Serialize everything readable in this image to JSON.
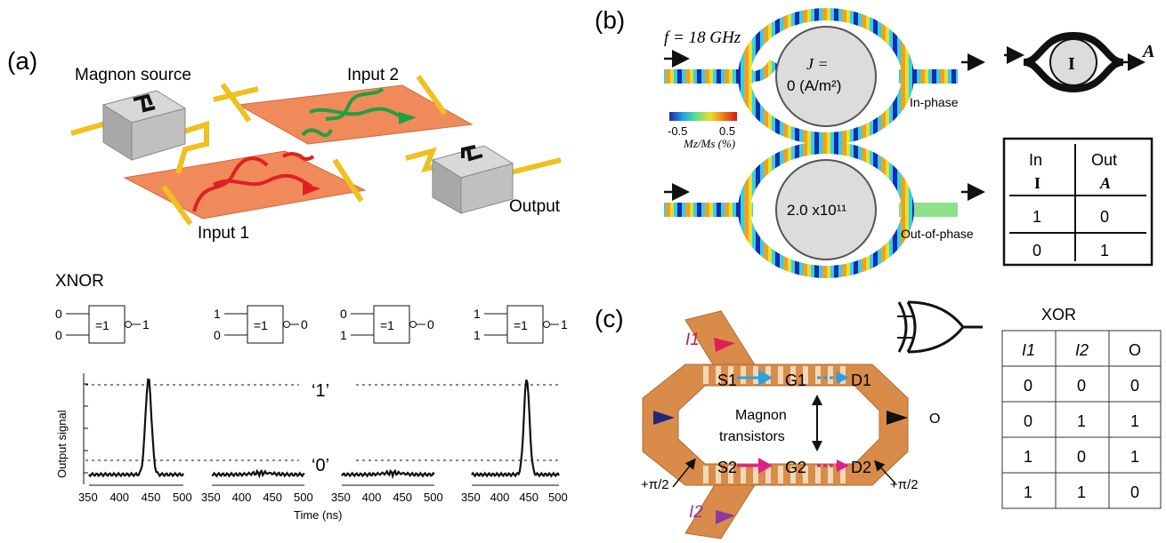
{
  "panel_a": {
    "label": "(a)",
    "magnon_source": "Magnon source",
    "input1": "Input 1",
    "input2": "Input 2",
    "output": "Output",
    "gate_title": "XNOR",
    "gates": [
      {
        "in1": "0",
        "in2": "0",
        "symbol": "=1",
        "out": "1"
      },
      {
        "in1": "1",
        "in2": "0",
        "symbol": "=1",
        "out": "0"
      },
      {
        "in1": "0",
        "in2": "1",
        "symbol": "=1",
        "out": "0"
      },
      {
        "in1": "1",
        "in2": "1",
        "symbol": "=1",
        "out": "1"
      }
    ],
    "ylabel": "Output signal",
    "xlabel": "Time (ns)",
    "level_one": "‘1’",
    "level_zero": "‘0’",
    "ticks": [
      "350",
      "400",
      "450",
      "500"
    ],
    "pulse_peaks": [
      1,
      0,
      0,
      1
    ]
  },
  "panel_b": {
    "label": "(b)",
    "frequency": "f = 18 GHz",
    "j_label": "J =",
    "j_value_top": "0 (A/m²)",
    "j_value_bottom": "2.0 x10¹¹",
    "colorbar_min": "-0.5",
    "colorbar_max": "0.5",
    "colorbar_label": "Mz/Ms (%)",
    "in_phase": "In-phase",
    "out_of_phase": "Out-of-phase",
    "symbol_I": "I",
    "symbol_A": "A",
    "table_headers": [
      "In",
      "Out"
    ],
    "table_subheaders": [
      "I",
      "A"
    ],
    "table_rows": [
      [
        "1",
        "0"
      ],
      [
        "0",
        "1"
      ]
    ]
  },
  "panel_c": {
    "label": "(c)",
    "i1": "I1",
    "i2": "I2",
    "s1": "S1",
    "g1": "G1",
    "d1": "D1",
    "s2": "S2",
    "g2": "G2",
    "d2": "D2",
    "magnon": "Magnon",
    "transistors": "transistors",
    "output": "O",
    "phase_left": "+π/2",
    "phase_right": "+π/2",
    "table_title": "XOR",
    "table_headers": [
      "I1",
      "I2",
      "O"
    ],
    "table_rows": [
      [
        "0",
        "0",
        "0"
      ],
      [
        "0",
        "1",
        "1"
      ],
      [
        "1",
        "0",
        "1"
      ],
      [
        "1",
        "1",
        "0"
      ]
    ]
  }
}
